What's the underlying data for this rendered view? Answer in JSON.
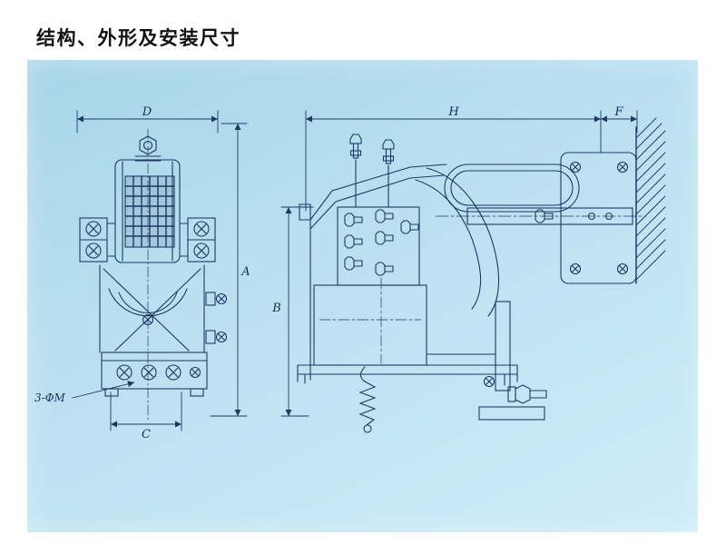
{
  "title": "结构、外形及安装尺寸",
  "colors": {
    "page_background": "#ffffff",
    "panel_blue_top": "#a7d5e9",
    "panel_blue_bottom": "#cdecf8",
    "line_navy": "#1d3a63"
  },
  "drawing": {
    "front_view": {
      "dim_top": "D",
      "dim_right": "A",
      "dim_bottom": "C",
      "hole_note": "3-ΦM"
    },
    "side_view": {
      "dim_top": "H",
      "dim_top_right": "F",
      "dim_left": "B"
    }
  }
}
